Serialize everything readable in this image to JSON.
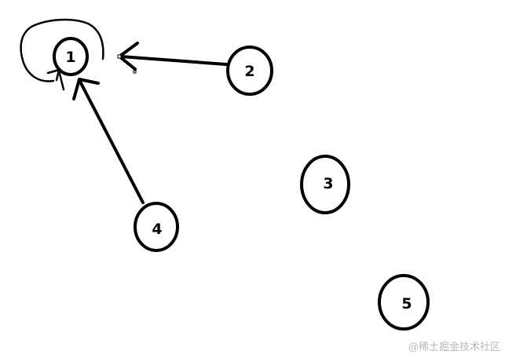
{
  "diagram": {
    "nodes": [
      {
        "id": "1",
        "label": "1"
      },
      {
        "id": "2",
        "label": "2"
      },
      {
        "id": "3",
        "label": "3"
      },
      {
        "id": "4",
        "label": "4"
      },
      {
        "id": "5",
        "label": "5"
      }
    ],
    "edges": [
      {
        "from": "2",
        "to": "1"
      },
      {
        "from": "4",
        "to": "1"
      },
      {
        "from": "1",
        "to": "1"
      }
    ],
    "stroke_color": "#000000",
    "background_color": "#ffffff"
  },
  "watermark": {
    "text": "@稀土掘金技术社区"
  }
}
